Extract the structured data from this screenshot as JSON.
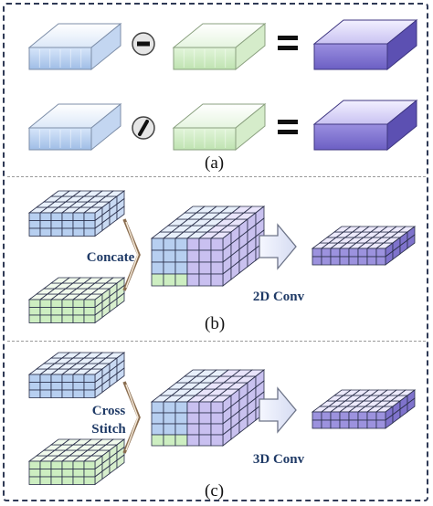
{
  "panel_a": {
    "caption": "(a)",
    "rows": [
      {
        "operator": "minus",
        "operator_icon": "minus-circle-icon",
        "result": "equals"
      },
      {
        "operator": "divide",
        "operator_icon": "slash-circle-icon",
        "result": "equals"
      }
    ]
  },
  "panel_b": {
    "caption": "(b)",
    "merge_label": "Concate",
    "conv_label": "2D Conv"
  },
  "panel_c": {
    "caption": "(c)",
    "merge_label_line1": "Cross",
    "merge_label_line2": "Stitch",
    "conv_label": "3D Conv"
  },
  "colors": {
    "blue": "#b3cdf0",
    "green": "#cfeec3",
    "purple": "#8d82d4",
    "mixed_purple": "#c7bff0",
    "frame": "#2f3a56",
    "label": "#1f3a66"
  }
}
